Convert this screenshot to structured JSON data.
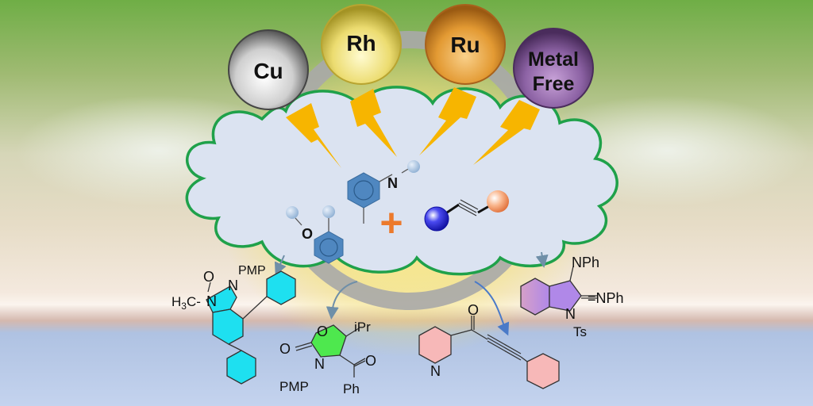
{
  "title": "Catalytic cyclization of anilines / phenols with alkynes",
  "catalysts": [
    {
      "label": "Cu",
      "color": "#bdbdbd"
    },
    {
      "label": "Rh",
      "color": "#e8d85a"
    },
    {
      "label": "Ru",
      "color": "#e0962a"
    },
    {
      "label_line1": "Metal",
      "label_line2": "Free",
      "color": "#8a5fa0"
    }
  ],
  "reactants": {
    "amine_atom": "N",
    "phenol_atom": "O",
    "plus_symbol": "+",
    "plus_color": "#ec7a2c"
  },
  "products": {
    "benzimidazolone": {
      "carbonyl_o": "O",
      "n_top": "N",
      "n_top_sub": "PMP",
      "n_left": "N",
      "methyl_prefix": "H",
      "methyl_sub": "3",
      "methyl_suffix": "C-",
      "color": "#1ee0f0"
    },
    "oxazolone": {
      "ring_o": "O",
      "carbonyl_o": "O",
      "n": "N",
      "n_sub": "PMP",
      "alkyl": "iPr",
      "ketone_o": "O",
      "aryl": "Ph",
      "color": "#4ee84e"
    },
    "ynone": {
      "ketone_o": "O",
      "pyridine_n": "N",
      "color": "#f7b8b8"
    },
    "indoline": {
      "imine1": "NPh",
      "imine2": "=NPh",
      "n": "N",
      "n_sub": "Ts",
      "color": "#b88ae0"
    }
  },
  "colors": {
    "cloud_fill": "#dbe3f1",
    "cloud_stroke": "#1fa14a",
    "lightning": "#f7b500",
    "ring": "#a9a9a9",
    "arrow": "#6f8fa8"
  }
}
